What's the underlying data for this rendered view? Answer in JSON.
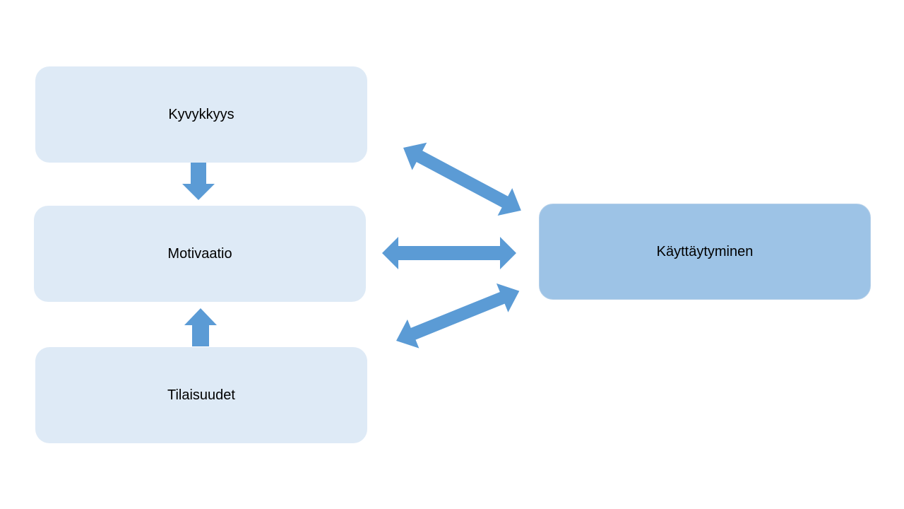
{
  "diagram": {
    "nodes": {
      "ability": {
        "label": "Kyvykkyys"
      },
      "motivation": {
        "label": "Motivaatio"
      },
      "opportunities": {
        "label": "Tilaisuudet"
      },
      "behaviour": {
        "label": "Käyttäytyminen"
      }
    },
    "edges": [
      {
        "from": "Kyvykkyys",
        "to": "Motivaatio",
        "direction": "one-way"
      },
      {
        "from": "Tilaisuudet",
        "to": "Motivaatio",
        "direction": "one-way"
      },
      {
        "from": "Kyvykkyys",
        "to": "Käyttäytyminen",
        "direction": "two-way"
      },
      {
        "from": "Motivaatio",
        "to": "Käyttäytyminen",
        "direction": "two-way"
      },
      {
        "from": "Tilaisuudet",
        "to": "Käyttäytyminen",
        "direction": "two-way"
      }
    ],
    "colors": {
      "node_fill": "#deeaf6",
      "target_fill": "#9dc3e6",
      "arrow_fill": "#5b9bd5"
    }
  }
}
